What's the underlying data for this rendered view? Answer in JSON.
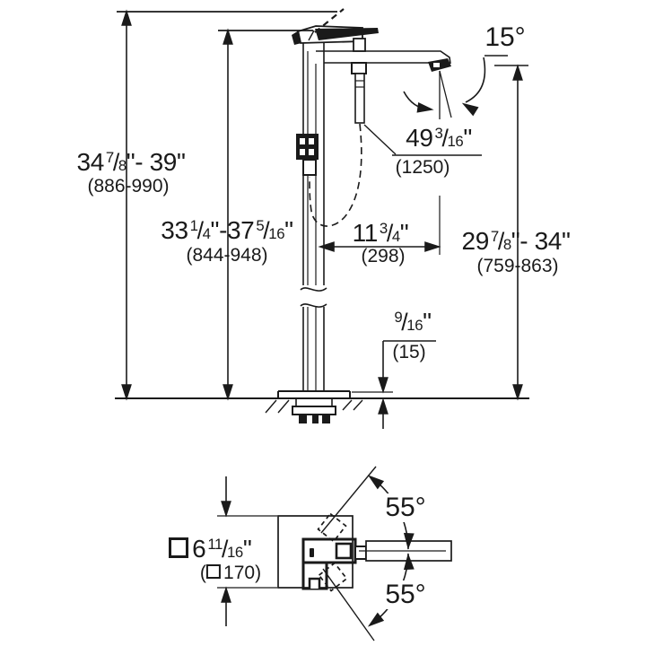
{
  "drawing": {
    "kind": "technical-dimension-drawing",
    "subject": "floor-standing-bath-mixer-with-hand-shower",
    "views": [
      "front-elevation",
      "top-plan"
    ],
    "line_color": "#1a1a1a",
    "background": "#ffffff"
  },
  "labels": {
    "total_height": {
      "imperial": [
        {
          "t": "34",
          "s": "b"
        },
        {
          "t": "7",
          "s": "sup"
        },
        {
          "t": "/",
          "s": "fr"
        },
        {
          "t": "8",
          "s": "sub"
        },
        {
          "t": "\"- 39\"",
          "s": "b"
        }
      ],
      "metric": "(886-990)"
    },
    "column_height": {
      "imperial": [
        {
          "t": "33",
          "s": "b"
        },
        {
          "t": "1",
          "s": "sup"
        },
        {
          "t": "/",
          "s": "fr"
        },
        {
          "t": "4",
          "s": "sub"
        },
        {
          "t": "\"-37",
          "s": "b"
        },
        {
          "t": "5",
          "s": "sup"
        },
        {
          "t": "/",
          "s": "fr"
        },
        {
          "t": "16",
          "s": "sub"
        },
        {
          "t": "\"",
          "s": "b"
        }
      ],
      "metric": "(844-948)"
    },
    "hose_length": {
      "imperial": [
        {
          "t": "49",
          "s": "b"
        },
        {
          "t": "3",
          "s": "sup"
        },
        {
          "t": "/",
          "s": "fr"
        },
        {
          "t": "16",
          "s": "sub"
        },
        {
          "t": "\"",
          "s": "b"
        }
      ],
      "metric": "(1250)"
    },
    "spout_reach": {
      "imperial": [
        {
          "t": "11",
          "s": "b"
        },
        {
          "t": "3",
          "s": "sup"
        },
        {
          "t": "/",
          "s": "fr"
        },
        {
          "t": "4",
          "s": "sub"
        },
        {
          "t": "\"",
          "s": "b"
        }
      ],
      "metric": "(298)"
    },
    "spout_height": {
      "imperial": [
        {
          "t": "29",
          "s": "b"
        },
        {
          "t": "7",
          "s": "sup"
        },
        {
          "t": "/",
          "s": "fr"
        },
        {
          "t": "8",
          "s": "sub"
        },
        {
          "t": "\"- 34\"",
          "s": "b"
        }
      ],
      "metric": "(759-863)"
    },
    "base_plate_height": {
      "imperial": [
        {
          "t": "9",
          "s": "sup"
        },
        {
          "t": "/",
          "s": "fr"
        },
        {
          "t": "16",
          "s": "sub"
        },
        {
          "t": "\"",
          "s": "b"
        }
      ],
      "metric": "(15)"
    },
    "base_plate_size": {
      "imperial": [
        {
          "t": "□",
          "s": "sq"
        },
        {
          "t": "6",
          "s": "b"
        },
        {
          "t": "11",
          "s": "sup"
        },
        {
          "t": "/",
          "s": "fr"
        },
        {
          "t": "16",
          "s": "sub"
        },
        {
          "t": "\"",
          "s": "b"
        }
      ],
      "metric_segs": [
        {
          "t": "(",
          "s": "b"
        },
        {
          "t": "□",
          "s": "sq"
        },
        {
          "t": "170)",
          "s": "b"
        }
      ]
    },
    "spout_swivel_angle": "15°",
    "handle_swing_top": "55°",
    "handle_swing_bottom": "55°"
  }
}
